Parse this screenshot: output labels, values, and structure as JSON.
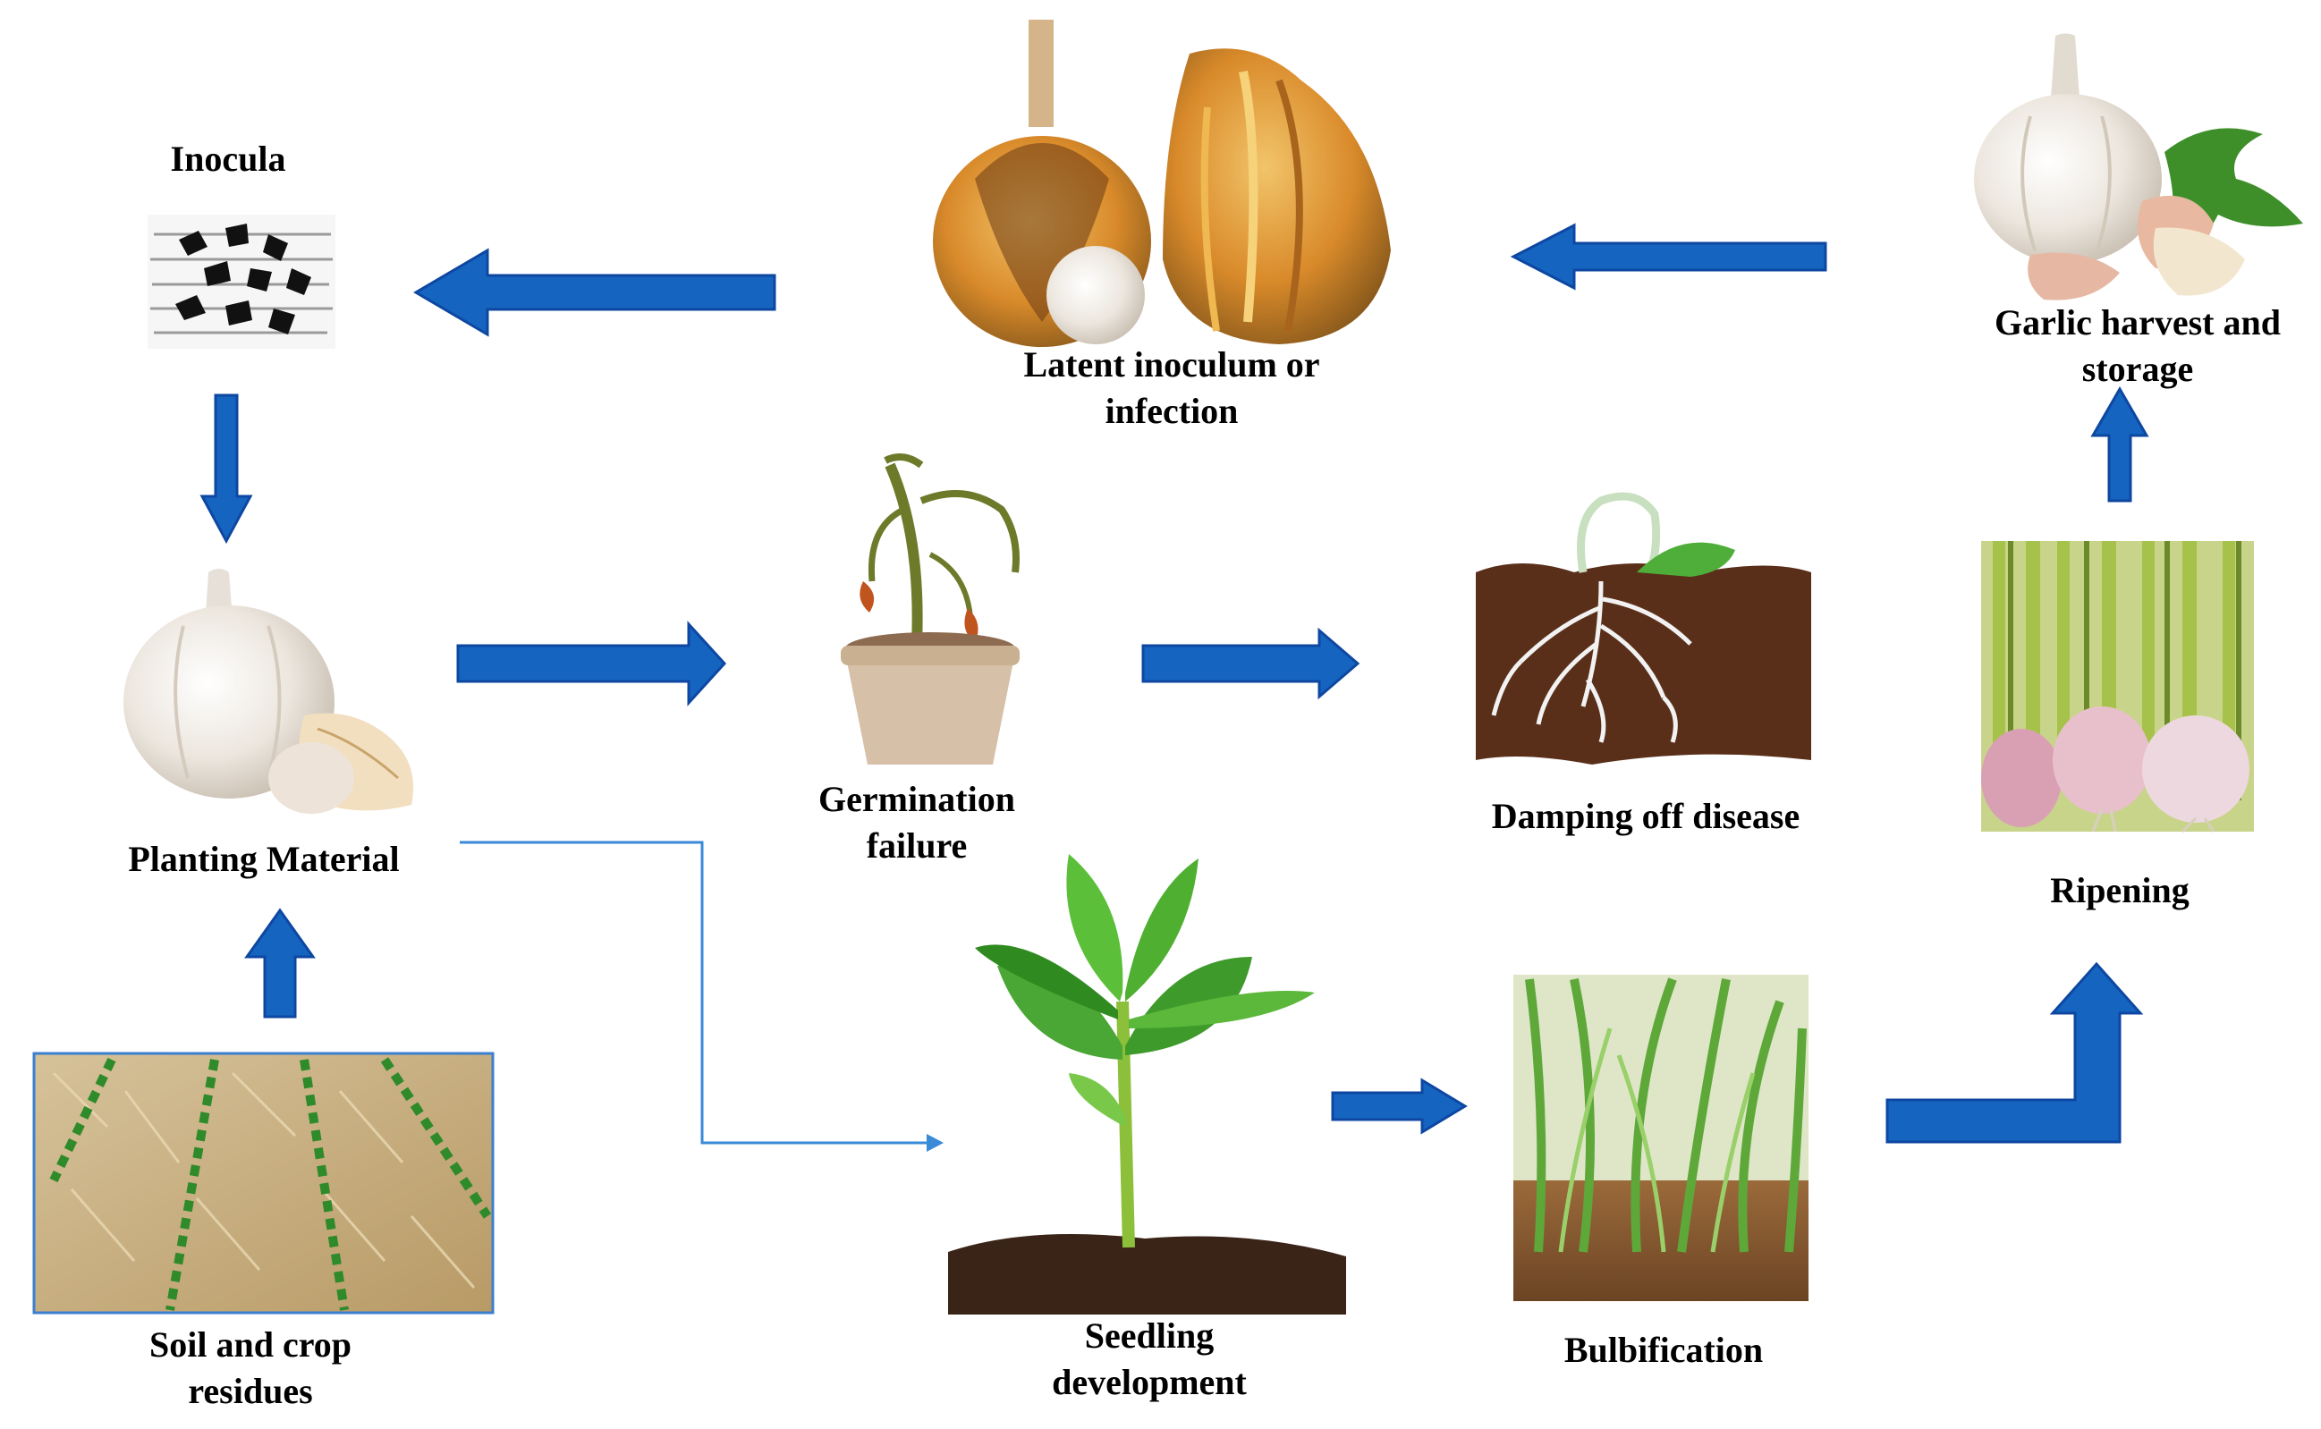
{
  "colors": {
    "arrow_fill": "#1565c0",
    "arrow_stroke": "#0d47a1",
    "thin_arrow": "#3a8ad8",
    "soil_dark": "#4a2a18",
    "garlic_white": "#f1ece6",
    "leaf_green": "#3fa332",
    "infected_orange": "#d98a2a"
  },
  "nodes": {
    "inocula": {
      "label": "Inocula",
      "icon": "inoculum-particles-image"
    },
    "latent": {
      "line1": "Latent inoculum or",
      "line2": "infection",
      "icon": "infected-garlic-bulbs-image"
    },
    "harvest": {
      "line1": "Garlic harvest and",
      "line2": "storage",
      "icon": "garlic-bulb-with-cloves-image"
    },
    "planting": {
      "label": "Planting Material",
      "icon": "garlic-bulb-image"
    },
    "germination": {
      "line1": "Germination",
      "line2": "failure",
      "icon": "wilted-plant-pot-image"
    },
    "damping": {
      "label": "Damping off disease",
      "icon": "soil-with-roots-image"
    },
    "ripening": {
      "label": "Ripening",
      "icon": "mature-garlic-plants-image"
    },
    "soil": {
      "line1": "Soil and crop",
      "line2": "residues",
      "icon": "crop-rows-field-image"
    },
    "seedling": {
      "line1": "Seedling",
      "line2": "development",
      "icon": "seedling-in-soil-image"
    },
    "bulbification": {
      "label": "Bulbification",
      "icon": "garlic-shoots-image"
    }
  }
}
